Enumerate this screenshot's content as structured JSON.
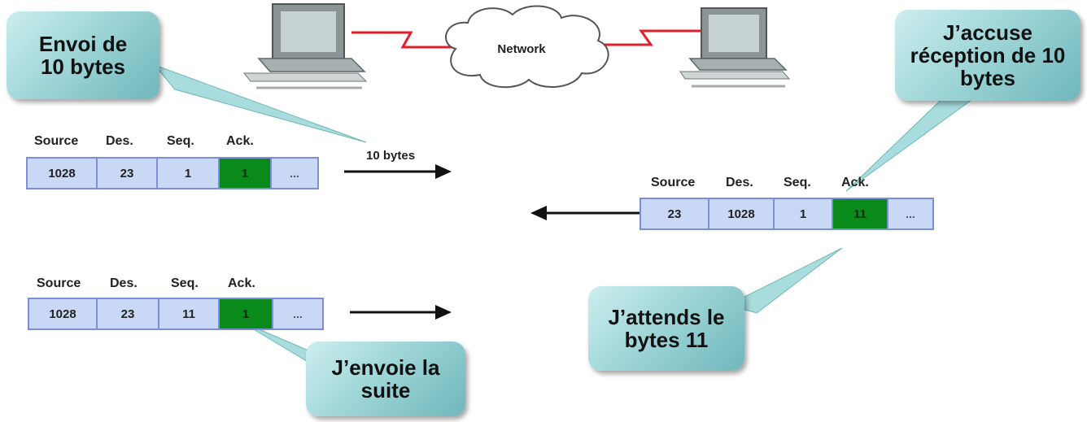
{
  "network": {
    "label": "Network"
  },
  "callouts": {
    "send": "Envoi de\n10 bytes",
    "ack_receipt": "J’accuse\nréception de 10\nbytes",
    "waiting": "J’attends le\nbytes 11",
    "next": "J’envoie la\nsuite"
  },
  "arrow_label": "10 bytes",
  "headers": {
    "source": "Source",
    "des": "Des.",
    "seq": "Seq.",
    "ack": "Ack."
  },
  "segments": {
    "first": {
      "source": "1028",
      "des": "23",
      "seq": "1",
      "ack": "1",
      "more": "..."
    },
    "reply": {
      "source": "23",
      "des": "1028",
      "seq": "1",
      "ack": "11",
      "more": "..."
    },
    "second": {
      "source": "1028",
      "des": "23",
      "seq": "11",
      "ack": "1",
      "more": "..."
    }
  },
  "colors": {
    "ack_cell": "#0a8a1a",
    "cell": "#c9d8f4",
    "cell_border": "#7a8fd8",
    "link": "#e0202a",
    "callout": "#9fd6d8"
  }
}
